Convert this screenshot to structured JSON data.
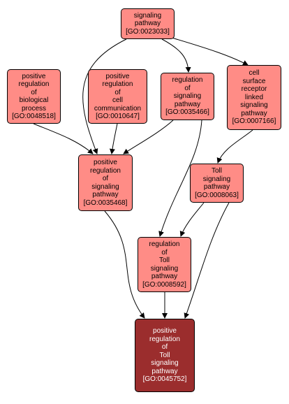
{
  "colors": {
    "node_fill": "#ff8c86",
    "focus_fill": "#9b2d2d",
    "focus_text": "#ffffff",
    "edge": "#000000"
  },
  "nodes": {
    "signaling_pathway": {
      "lines": [
        "signaling",
        "pathway"
      ],
      "id": "[GO:0023033]"
    },
    "pos_reg_biological_process": {
      "lines": [
        "positive",
        "regulation",
        "of",
        "biological",
        "process"
      ],
      "id": "[GO:0048518]"
    },
    "pos_reg_cell_communication": {
      "lines": [
        "positive",
        "regulation",
        "of",
        "cell",
        "communication"
      ],
      "id": "[GO:0010647]"
    },
    "reg_signaling_pathway": {
      "lines": [
        "regulation",
        "of",
        "signaling",
        "pathway"
      ],
      "id": "[GO:0035466]"
    },
    "cell_surface_receptor": {
      "lines": [
        "cell",
        "surface",
        "receptor",
        "linked",
        "signaling",
        "pathway"
      ],
      "id": "[GO:0007166]"
    },
    "pos_reg_signaling_pathway": {
      "lines": [
        "positive",
        "regulation",
        "of",
        "signaling",
        "pathway"
      ],
      "id": "[GO:0035468]"
    },
    "toll_signaling_pathway": {
      "lines": [
        "Toll",
        "signaling",
        "pathway"
      ],
      "id": "[GO:0008063]"
    },
    "reg_toll_signaling_pathway": {
      "lines": [
        "regulation",
        "of",
        "Toll",
        "signaling",
        "pathway"
      ],
      "id": "[GO:0008592]"
    },
    "pos_reg_toll_signaling_pathway": {
      "lines": [
        "positive",
        "regulation",
        "of",
        "Toll",
        "signaling",
        "pathway"
      ],
      "id": "[GO:0045752]"
    }
  }
}
